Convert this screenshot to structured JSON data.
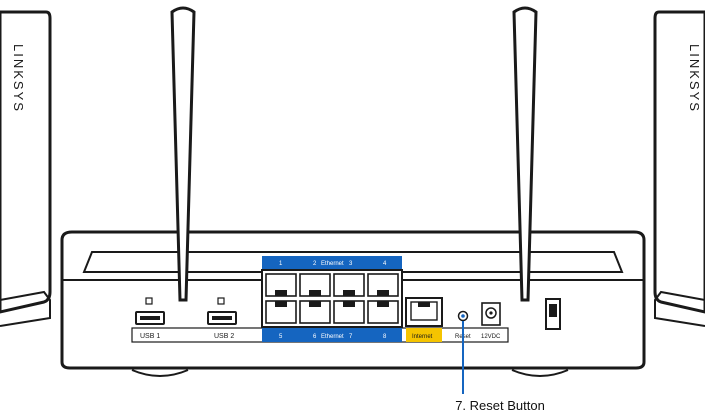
{
  "brand": {
    "logo_left": "LINKSYS",
    "logo_right": "LINKSYS"
  },
  "ports": {
    "usb1": "USB 1",
    "usb2": "USB 2",
    "ethernet_top_numbers": [
      "1",
      "2",
      "3",
      "4"
    ],
    "ethernet_bottom_numbers": [
      "5",
      "6",
      "7",
      "8"
    ],
    "ethernet_label": "Ethernet",
    "internet": "Internet",
    "reset": "Reset",
    "power": "12VDC"
  },
  "callout": {
    "text": "7. Reset Button"
  },
  "colors": {
    "ethernet_band": "#1565c0",
    "internet_band": "#f5c400",
    "callout_line": "#1565c0",
    "outline": "#1a1a1a"
  }
}
